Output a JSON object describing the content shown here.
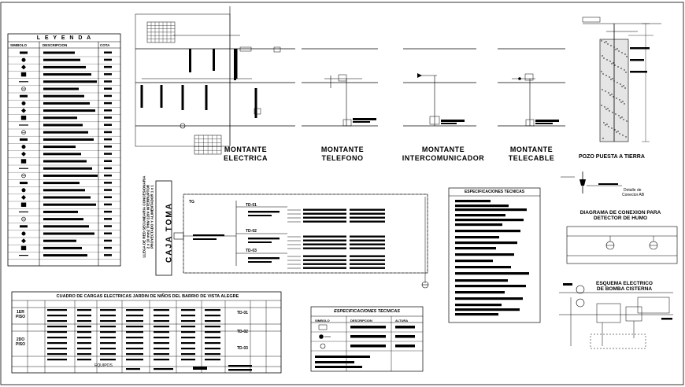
{
  "legend": {
    "title": "L E Y E N D A",
    "col_symbol": "SIMBOLO",
    "col_description": "DESCRIPCION",
    "col_height": "COTA"
  },
  "risers": [
    {
      "line1": "MONTANTE",
      "line2": "ELECTRICA"
    },
    {
      "line1": "MONTANTE",
      "line2": "TELEFONO"
    },
    {
      "line1": "MONTANTE",
      "line2": "INTERCOMUNICADOR"
    },
    {
      "line1": "MONTANTE",
      "line2": "TELECABLE"
    }
  ],
  "ground_well": {
    "title": "POZO PUESTA A TIERRA",
    "detail_line1": "Detalle de",
    "detail_line2": "Conector AB"
  },
  "caja_toma": {
    "label": "CAJA TOMA",
    "tg": "TG",
    "td_labels": [
      "TD-01",
      "TD-02",
      "TD-03"
    ],
    "note_lines": [
      "LLEGA DE RED SECUNDARIA CONCESIONARIA",
      "2 x 10 mm2 THW 220V INTERRUPTOR",
      "PROYECTADO Y ALIMENTADOR 1 x 1"
    ]
  },
  "specs_box": {
    "title": "ESPECIFICACIONES TECNICAS"
  },
  "smoke_detector": {
    "line1": "DIAGRAMA DE CONEXION PARA",
    "line2": "DETECTOR DE HUMO"
  },
  "pump": {
    "line1": "ESQUEMA ELECTRICO",
    "line2": "DE BOMBA CISTERNA"
  },
  "load_table": {
    "title": "CUADRO DE CARGAS ELECTRICAS JARDIN DE NIÑOS DEL BARRIO DE VISTA ALEGRE",
    "floor1": "1ER PISO",
    "floor2": "2DO PISO",
    "td_codes": [
      "TD-01",
      "TD-02",
      "TD-03"
    ],
    "totals_label": "EQUIPOS"
  },
  "specs_bottom": {
    "title": "ESPECIFICACIONES TECNICAS",
    "col1": "SIMBOLO",
    "col2": "DESCRIPCION",
    "col3": "ALTURA"
  }
}
